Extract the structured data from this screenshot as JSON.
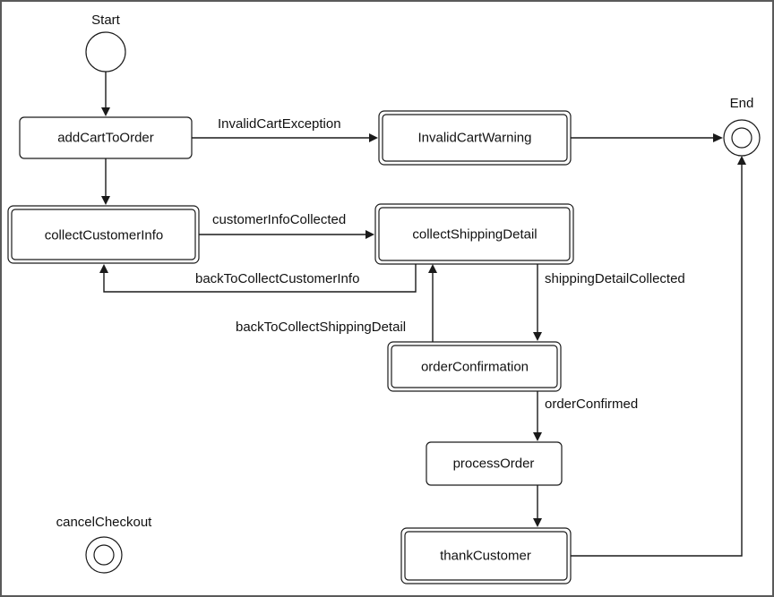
{
  "start_label": "Start",
  "end_label": "End",
  "cancel_label": "cancelCheckout",
  "states": {
    "addCartToOrder": "addCartToOrder",
    "invalidCartWarning": "InvalidCartWarning",
    "collectCustomerInfo": "collectCustomerInfo",
    "collectShippingDetail": "collectShippingDetail",
    "orderConfirmation": "orderConfirmation",
    "processOrder": "processOrder",
    "thankCustomer": "thankCustomer"
  },
  "transitions": {
    "invalidCartException": "InvalidCartException",
    "customerInfoCollected": "customerInfoCollected",
    "backToCollectCustomerInfo": "backToCollectCustomerInfo",
    "shippingDetailCollected": "shippingDetailCollected",
    "backToCollectShippingDetail": "backToCollectShippingDetail",
    "orderConfirmed": "orderConfirmed"
  }
}
